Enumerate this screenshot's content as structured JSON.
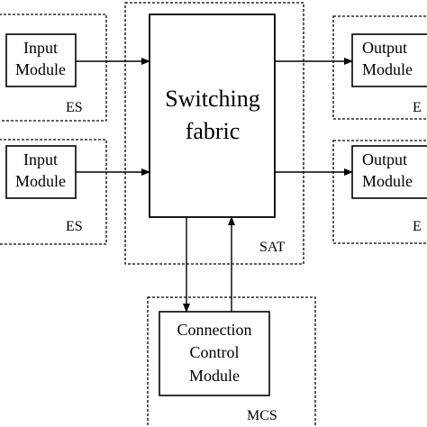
{
  "diagram": {
    "colors": {
      "stroke": "#000000",
      "background": "#ffffff",
      "text": "#000000"
    },
    "es_top": {
      "module_line1": "Input",
      "module_line2": "Module",
      "label": "ES"
    },
    "es_bottom": {
      "module_line1": "Input",
      "module_line2": "Module",
      "label": "ES"
    },
    "sat": {
      "fabric_line1": "Switching",
      "fabric_line2": "fabric",
      "label": "SAT"
    },
    "eo_top": {
      "module_line1": "Output",
      "module_line2": "Module",
      "label": "E"
    },
    "eo_bottom": {
      "module_line1": "Output",
      "module_line2": "Module",
      "label": "E"
    },
    "mcs": {
      "module_line1": "Connection",
      "module_line2": "Control",
      "module_line3": "Module",
      "label": "MCS"
    }
  }
}
